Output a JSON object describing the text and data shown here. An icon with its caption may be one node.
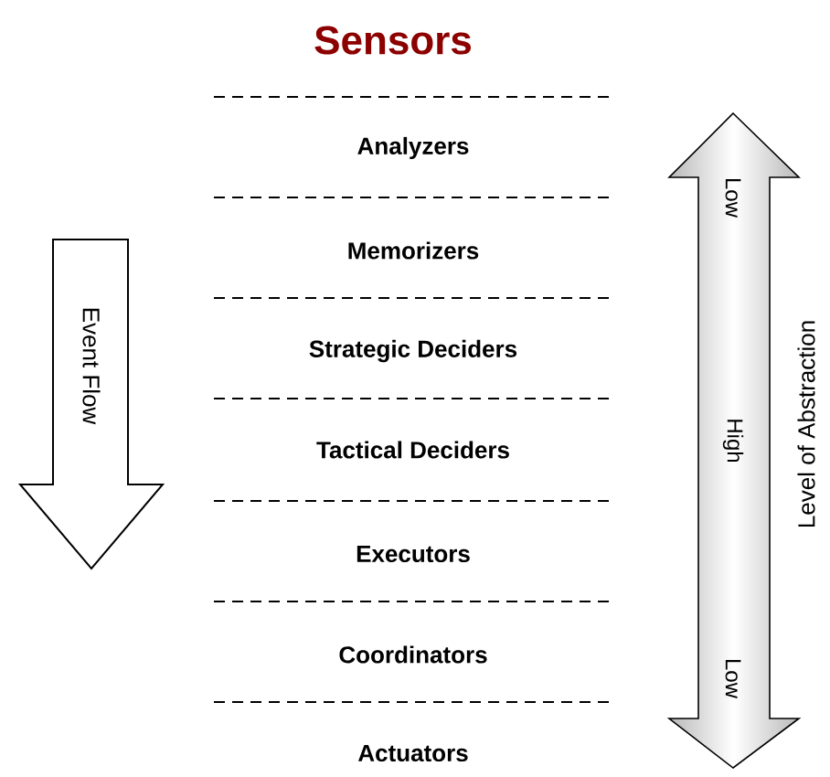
{
  "diagram": {
    "title": "Sensors",
    "labels": [
      "Analyzers",
      "Memorizers",
      "Strategic Deciders",
      "Tactical Deciders",
      "Executors",
      "Coordinators",
      "Actuators",
      "Event Flow",
      "Low",
      "High",
      "Low",
      "Level of Abstraction"
    ]
  }
}
